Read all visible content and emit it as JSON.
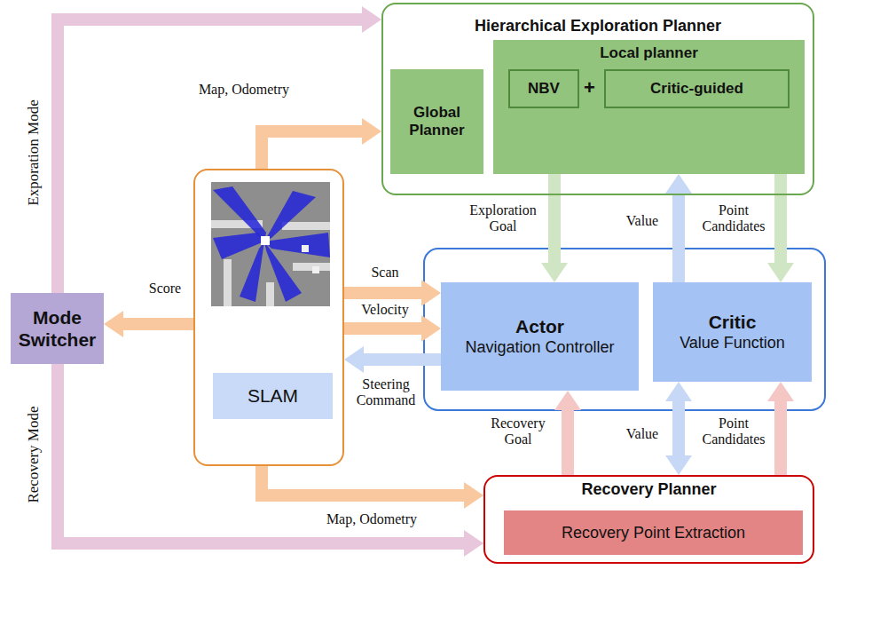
{
  "diagram": {
    "nodes": [
      {
        "text": [
          "Hierarchical Exploration Planner"
        ]
      },
      {
        "text": [
          "Global Planner"
        ],
        "in": 0
      },
      {
        "text": [
          "Local planner"
        ],
        "in": 0
      },
      {
        "text": [
          "NBV"
        ],
        "in": 2
      },
      {
        "text": [
          "Critic-guided"
        ],
        "in": 2
      },
      {
        "text": [
          "Mode Switcher"
        ]
      },
      {
        "text": [
          "SLAM"
        ]
      },
      {
        "text": [
          "Actor",
          "Navigation Controller"
        ]
      },
      {
        "text": [
          "Critic",
          "Value Function"
        ]
      },
      {
        "text": [
          "Recovery Planner"
        ]
      },
      {
        "text": [
          "Recovery Point Extraction"
        ],
        "in": 9
      }
    ],
    "edges": [
      {
        "from": 6,
        "to": 0,
        "arrow": "to",
        "label": "Map, Odometry"
      },
      {
        "from": 6,
        "to": 5,
        "arrow": "to",
        "label": "Score"
      },
      {
        "from": 6,
        "to": 7,
        "arrow": "to",
        "label": "Scan"
      },
      {
        "from": 6,
        "to": 7,
        "arrow": "to",
        "label": "Velocity"
      },
      {
        "from": 7,
        "to": 6,
        "arrow": "to",
        "label": "Steering Command"
      },
      {
        "from": 6,
        "to": 9,
        "arrow": "to",
        "label": "Map, Odometry"
      },
      {
        "from": 5,
        "to": 0,
        "arrow": "to",
        "label": "Exporation Mode"
      },
      {
        "from": 5,
        "to": 9,
        "arrow": "to",
        "label": "Recovery Mode"
      },
      {
        "from": 2,
        "to": 7,
        "arrow": "to",
        "label": "Exploration Goal"
      },
      {
        "from": 8,
        "to": 2,
        "arrow": "to",
        "label": "Value"
      },
      {
        "from": 2,
        "to": 8,
        "arrow": "to",
        "label": "Point Candidates"
      },
      {
        "from": 9,
        "to": 7,
        "arrow": "to",
        "label": "Recovery Goal"
      },
      {
        "from": 8,
        "to": 9,
        "arrow": "both",
        "label": "Value"
      },
      {
        "from": 9,
        "to": 8,
        "arrow": "to",
        "label": "Point Candidates"
      }
    ],
    "labels": [
      "+"
    ]
  }
}
